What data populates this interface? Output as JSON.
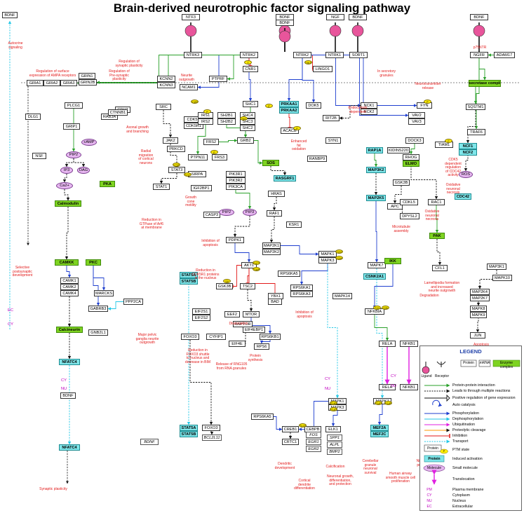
{
  "title": "Brain-derived neurotrophic factor signaling pathway",
  "colors": {
    "interaction": "#2aa02a",
    "phosphorylation": "#1f3fcf",
    "dephosphorylation": "#22c7e6",
    "ubiquitination": "#e020e0",
    "inhibition": "#e31a1a",
    "transport": "#22c7e6",
    "induced": "#7fe6ea",
    "enzyme": "#7ed321",
    "molecule": "#e6b6f0",
    "ptm": "#ffee00",
    "receptor": "#e8559b",
    "note": "#e21a1a",
    "location": "#c000c0"
  },
  "ligands": [
    "NTF3",
    "BDNF",
    "BDNF",
    "NGF",
    "BDNF",
    "BDNF"
  ],
  "ligand_labels": {
    "bdnf_extracellular": "BDNF",
    "bdnf_lower": "BDNF",
    "p75": "p75NTR"
  },
  "nodes": {
    "NTRK3": "NTRK3",
    "NTRK2a": "NTRK2",
    "NTRK2b": "NTRK2",
    "NTRK1": "NTRK1",
    "SORT1": "SORT1",
    "NGFR": "NGFR",
    "ADAM17": "ADAM17",
    "gsec": "γ-secretase complex",
    "CNR1": "CNR1",
    "LINGO1": "LINGO1",
    "PTPRF": "PTPRF",
    "GRIA1": "GRIA1",
    "GRIA2": "GRIA2",
    "GRIA3": "GRIA3",
    "GRIN1": "GRIN1",
    "GRIN2B": "GRIN2B",
    "KCNN2": "KCNN2",
    "KCNN3": "KCNN3",
    "NCAM1": "NCAM1",
    "SRC": "SRC",
    "CDK5": "CDK5",
    "CDK5R1": "CDK5R1",
    "CDH2": "CDH2",
    "DLG1": "DLG1",
    "GRIP1": "GRIP1",
    "PLCG1": "PLCG1",
    "RAB3A": "RAB3A",
    "CTNNB1": "CTNNB1",
    "IRS1": "IRS1",
    "IRS2": "IRS2",
    "SH2B1": "SH2B1",
    "SH2B2": "SH2B2",
    "SHC4": "SHC4",
    "SHC3": "SHC3",
    "SHC2": "SHC2",
    "SHC1": "SHC1",
    "PRKAA1": "PRKAA1",
    "PRKAA2": "PRKAA2",
    "ACACB": "ACACB",
    "DOK5": "DOK5",
    "RIT2B": "RIT2B",
    "NCK1": "NCK1",
    "NCK2": "NCK2",
    "VAV2": "VAV2",
    "VAV3": "VAV3",
    "FYN": "FYN",
    "SQSTM1": "SQSTM1",
    "TRAF6": "TRAF6",
    "NCF1": "NCF1",
    "NCF2": "NCF2",
    "ROS": "ROS",
    "PIP2a": "PIP2",
    "IP3": "IP3",
    "DAG": "DAG",
    "cAMP": "cAMP",
    "Ca2": "Ca2+",
    "NSF": "NSF",
    "Calmodulin": "Calmodulin",
    "JAK2": "JAK2",
    "PRKCD": "PRKCD",
    "FRS2": "FRS2",
    "FRS3": "FRS3",
    "GRB2": "GRB2",
    "PTPN11": "PTPN11",
    "SOS": "SOS",
    "SIRPA": "SIRPA",
    "PIK3R1": "PIK3R1",
    "PIK3R2": "PIK3R2",
    "PIK3CA": "PIK3CA",
    "RANBP9": "RANBP9",
    "SYN1": "SYN1",
    "RAP1A": "RAP1A",
    "KIDINS220": "KIDINS220",
    "DOCK3": "DOCK3",
    "TIAM1": "TIAM1",
    "RHOG": "RHOG",
    "ELMO": "ELMO",
    "MAP3K2": "MAP3K2",
    "MAP2K5": "MAP2K5",
    "GSK3Ba": "GSK3B",
    "APC": "APC",
    "DPYSL2": "DPYSL2",
    "CDKL5": "CDKL5",
    "RAC1": "RAC1",
    "CDC42": "CDC42",
    "PAK": "PAK",
    "STAT3": "STAT3",
    "STAT1": "STAT1",
    "IGF2BP1": "IGF2BP1",
    "CASP3": "CASP3",
    "PIP2b": "PIP2",
    "PIP3": "PIP3",
    "RASGRF1": "RASGRF1",
    "HRAS": "HRAS",
    "RAF1": "RAF1",
    "KSR1": "KSR1",
    "PDPK1": "PDPK1",
    "MAP2K1": "MAP2K1",
    "MAP2K2": "MAP2K2",
    "MAPK1a": "MAPK1",
    "MAPK3a": "MAPK3",
    "MAPK7a": "MAPK7",
    "CFL1": "CFL1",
    "MAP3K1": "MAP3K1",
    "MAP2K4": "MAP2K4",
    "MAP2K7": "MAP2K7",
    "MAPK8": "MAPK8",
    "MAPK9": "MAPK9",
    "MAPK10": "MAPK10",
    "JUN": "JUN",
    "CAMKK": "CAMKK",
    "PKC": "PKC",
    "PKA": "PKA",
    "STAT5Aa": "STAT5A",
    "STAT5Ba": "STAT5B",
    "AKT1": "AKT1",
    "IKK": "IKK",
    "CSNK2A1": "CSNK2A1",
    "RPS6KA5a": "RPS6KA5",
    "YBX1": "YBX1",
    "RPS6KA1": "RPS6KA1",
    "RPS6KA3": "RPS6KA3",
    "MAPK14": "MAPK14",
    "GSK3Bb": "GSK3B",
    "TSC2": "TSC2",
    "BAD": "BAD",
    "EIF2S1": "EIF2S1",
    "EIF2S2": "EIF2S2",
    "EEF2": "EEF2",
    "MTOR": "MTOR",
    "RAPTOR": "RAPTOR",
    "EIF4EBP1": "EIF4EBP1",
    "RPS6KB1": "RPS6KB1",
    "FOXO3a": "FOXO3",
    "CYFIP1": "CYFIP1",
    "EIF4E": "EIF4E",
    "RPS6": "RPS6",
    "NFKBIA": "NFKBIA",
    "RELAa": "RELA",
    "NFKB1a": "NFKB1",
    "RELAb": "RELA",
    "NFKB1b": "NFKB1",
    "CAMK1": "CAMK1",
    "CAMK2": "CAMK2",
    "CAMK4": "CAMK4",
    "MARCKS": "MARCKS",
    "PPP2CA": "PPP2CA",
    "GABRB3": "GABRB3",
    "Calcineurin": "Calcineurin",
    "GNB2L1": "GNB2L1",
    "NFATC4a": "NFATC4",
    "NFATC4b": "NFATC4",
    "MAPK1b": "MAPK1",
    "MAPK3b": "MAPK3",
    "MAPK7b": "MAPK7",
    "RPS6KA5b": "RPS6KA5",
    "CREB1": "CREB1",
    "CEBPB": "CEBPB",
    "ELK1": "ELK1",
    "MEF2A": "MEF2A",
    "MEF2C": "MEF2C",
    "CRTC1": "CRTC1",
    "STAT5Ab": "STAT5A",
    "STAT5Bb": "STAT5B",
    "FOXO3b": "FOXO3",
    "BCL2L11": "BCL2L11",
    "BDNFrna": "BDNF",
    "EGR1": "EGR1",
    "EGR2": "EGR2",
    "FOS": "FOS",
    "SPP1": "SPP1",
    "ALPL": "ALPL",
    "BMP2": "BMP2",
    "BDNF_l": "BDNF"
  },
  "badges": [
    "T",
    "Y816",
    "Y705",
    "S473",
    "T308",
    "S9",
    "Y490",
    "S133",
    "S727",
    "T202",
    "Y204",
    "S63",
    "S32",
    "S36",
    "T180",
    "Y182",
    "T183",
    "Y185",
    "P",
    "P",
    "P",
    "P",
    "P",
    "P"
  ],
  "notes": [
    "Autocrine\nsignaling",
    "Regulation of surface\nexpression of AMPA receptors",
    "Regulation of\nsynaptic plasticity",
    "Regulation of\nPre-synaptic\nplasticity",
    "Neurite\noutgrowth",
    "In secretory\ngranules",
    "Neurotransmitter\nrelease",
    "Axonal growth\nand branching",
    "Radial\nmigration\nof cortical\nneurons",
    "Enhanced\nfat\noxidation",
    "Endocytosis\ndependent",
    "CDK5\ndependent\nregulation\nof CDC42\nactivity",
    "Oxidative\nneuronal\nnecrosis",
    "Selective\npostsynaptic\ndevelopment",
    "Growth\ncone\nmotility",
    "Inhibition of\napoptosis",
    "Microtubule\nassembly",
    "Lamellipodia formation\nand increased\nneurite outgrowth",
    "Degradation",
    "Apoptosis",
    "Major pelvic\nganglia neurite\noutgrowth",
    "Inhibition of\napoptosis",
    "Protein\nsynthesis",
    "Dendritic\ndevelopment",
    "Cortical\ndendrite\ndifferentiation",
    "Calcification",
    "Neuronal growth,\ndifferentiation,\nand protection",
    "Cerebellar\ngranule\nneuronal\nsurvival",
    "Human airway\nsmooth muscle cell\nproliferation",
    "Nitric oxide\nproduction",
    "Synaptic plasticity",
    "Dissociation",
    "Release of RNG105\nfrom RNA granules",
    "Reduction in\nGTPase of Arf6\nat membrane",
    "Reduction in\nCDK5R1 proteins\nin the nucleus",
    "Oxidative\nneuronal\nnecrosis",
    "Reduction in\nFOXO3 shuttle\nto nucleus and\ndecrease in BIM"
  ],
  "locations": [
    "EC",
    "CY",
    "CY",
    "NU",
    "CY",
    "NU",
    "CY",
    "NU"
  ],
  "legend": {
    "title": "LEGEND",
    "header": {
      "protein": "Protein",
      "mrna": "mRNA",
      "ligand": "Ligand",
      "receptor": "Receptor",
      "enzyme": "Enzyme complex"
    },
    "arrows": [
      "Protein-protein interaction",
      "Leads to through multiple reactions",
      "Positive regulation of gene expression",
      "Auto catalysis",
      "Phosphorylation",
      "Dephosphorylation",
      "Ubiquitination",
      "Proteolytic cleavage",
      "Inhibition",
      "Transport"
    ],
    "ptm": {
      "protein": "Protein",
      "badge": "P",
      "label": "PTM state"
    },
    "induced": {
      "box": "Protein",
      "label": "Induced activation"
    },
    "small": {
      "box": "Molecule",
      "label": "Small molecule"
    },
    "translocation": "Translocation",
    "compartments": [
      {
        "abbr": "PM",
        "label": "Plasma membrane"
      },
      {
        "abbr": "CY",
        "label": "Cytoplasm"
      },
      {
        "abbr": "NU",
        "label": "Nucleus"
      },
      {
        "abbr": "EC",
        "label": "Extracellular"
      }
    ]
  }
}
